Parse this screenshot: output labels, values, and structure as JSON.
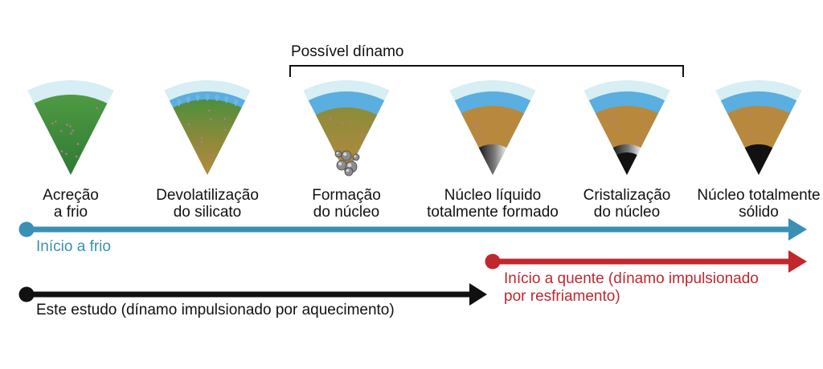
{
  "dynamo_label": "Possível dínamo",
  "stages": [
    {
      "line1": "Acreção",
      "line2": "a frio",
      "type": "accretion"
    },
    {
      "line1": "Devolatilização",
      "line2": "do silicato",
      "type": "devolatilization"
    },
    {
      "line1": "Formação",
      "line2": "do núcleo",
      "type": "core-formation"
    },
    {
      "line1": "Núcleo líquido",
      "line2": "totalmente formado",
      "type": "liquid-core"
    },
    {
      "line1": "Cristalização",
      "line2": "do núcleo",
      "type": "crystallization"
    },
    {
      "line1": "Núcleo totalmente",
      "line2": "sólido",
      "type": "solid-core"
    }
  ],
  "timelines": {
    "cold_start": {
      "label": "Início a frio",
      "color": "#3a8fb5"
    },
    "hot_start": {
      "line1": "Início a quente (dínamo impulsionado",
      "line2": "por resfriamento)",
      "color": "#c1272d"
    },
    "this_study": {
      "label": "Este estudo (dínamo impulsionado por aquecimento)",
      "color": "#111111"
    }
  },
  "colors": {
    "sky": "#d6eef4",
    "ocean": "#5aaee0",
    "green": "#3f8d3a",
    "soil": "#b8893c",
    "core_dark": "#111111"
  }
}
